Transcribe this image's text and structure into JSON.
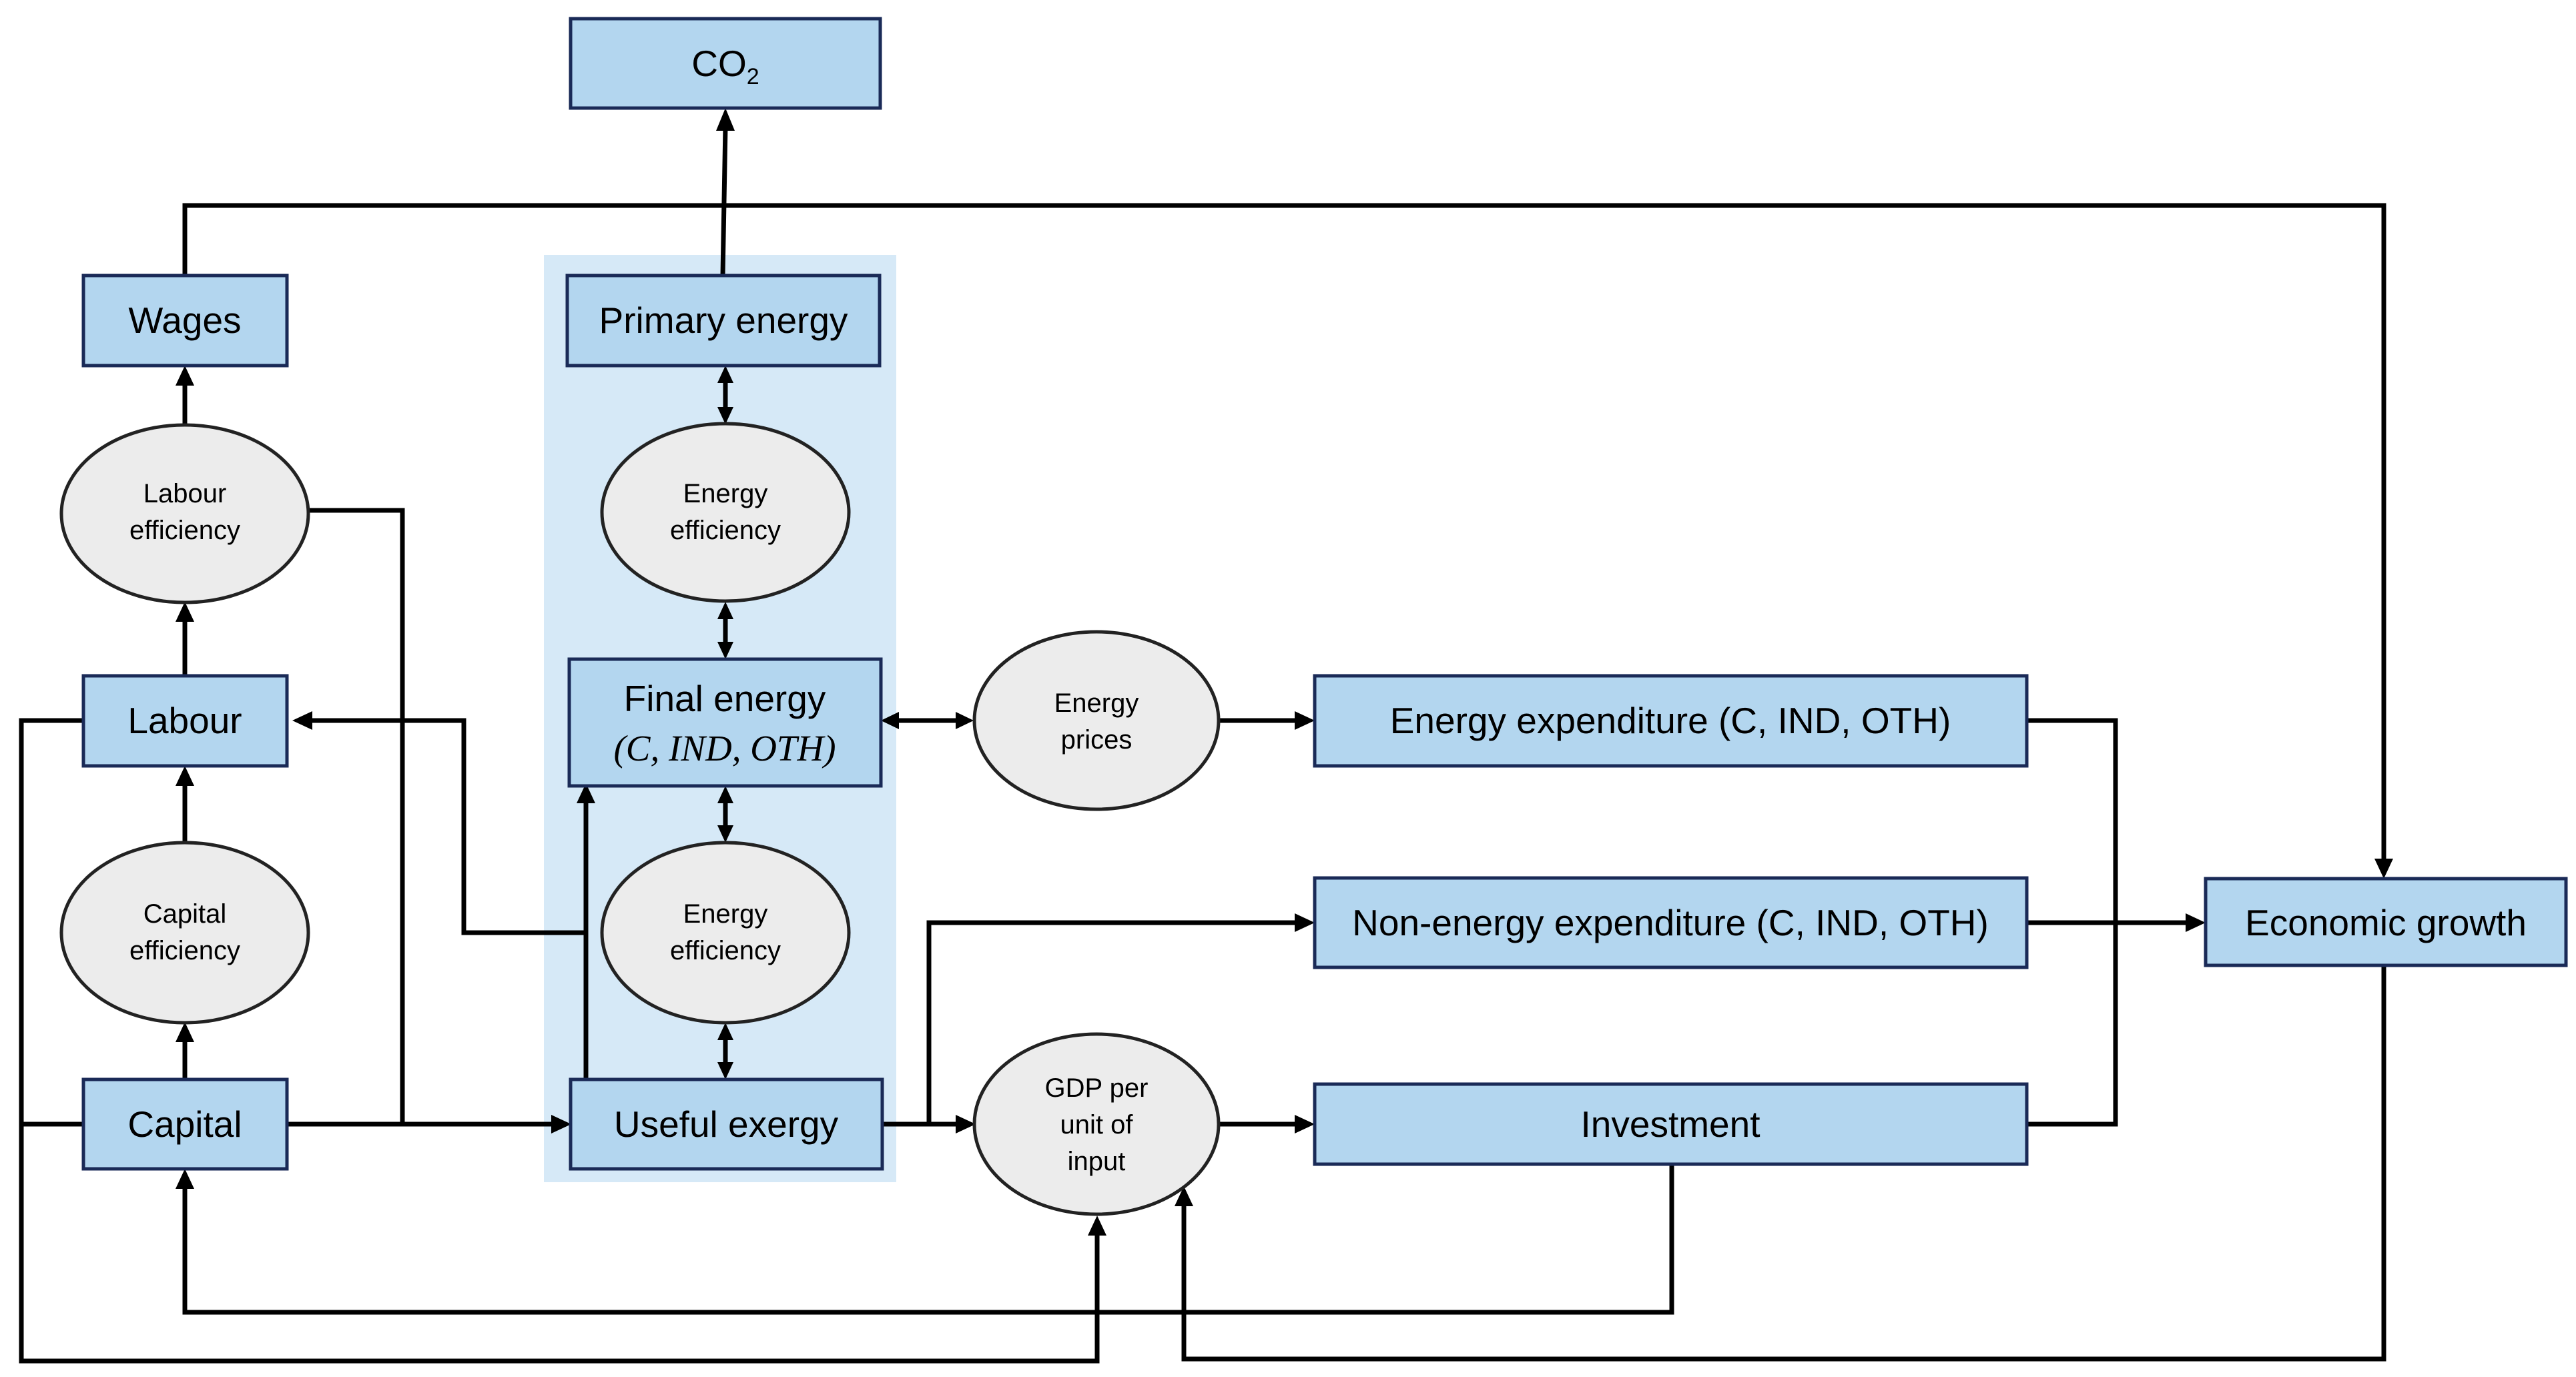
{
  "nodes": {
    "co2": {
      "main": "CO",
      "sub": "2"
    },
    "wages": "Wages",
    "labour": "Labour",
    "capital": "Capital",
    "primary_energy": "Primary energy",
    "final_energy": {
      "line1": "Final energy",
      "line2": "(C, IND, OTH)"
    },
    "useful_exergy": "Useful exergy",
    "labour_efficiency": {
      "line1": "Labour",
      "line2": "efficiency"
    },
    "capital_efficiency": {
      "line1": "Capital",
      "line2": "efficiency"
    },
    "energy_efficiency_upper": {
      "line1": "Energy",
      "line2": "efficiency"
    },
    "energy_efficiency_lower": {
      "line1": "Energy",
      "line2": "efficiency"
    },
    "energy_prices": {
      "line1": "Energy",
      "line2": "prices"
    },
    "gdp_per_unit": {
      "line1": "GDP per",
      "line2": "unit of",
      "line3": "input"
    },
    "energy_expenditure": "Energy expenditure (C, IND, OTH)",
    "non_energy_expenditure": "Non-energy expenditure (C, IND, OTH)",
    "investment": "Investment",
    "economic_growth": "Economic growth"
  },
  "colors": {
    "box_fill": "#b3d6ef",
    "box_border": "#1a2a57",
    "ellipse_fill": "#ececec",
    "energy_band": "#d6e9f7",
    "arrow": "#000000"
  }
}
